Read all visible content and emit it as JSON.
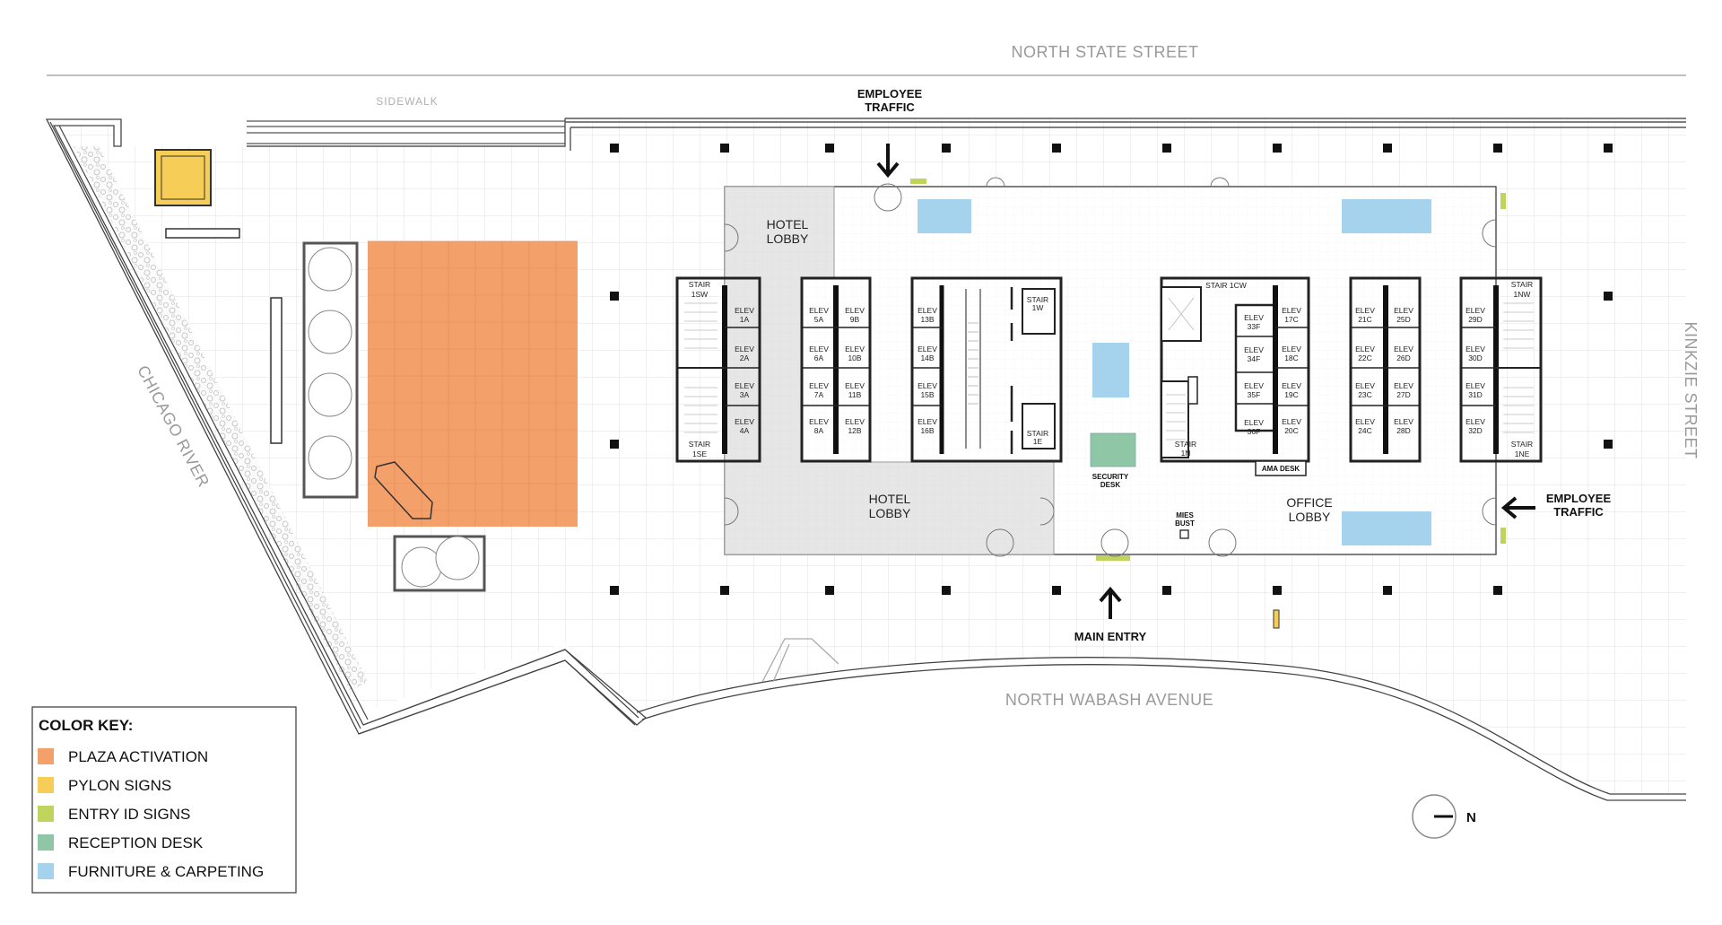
{
  "streets": {
    "north_state": "NORTH STATE STREET",
    "sidewalk": "SIDEWALK",
    "chicago_river": "CHICAGO RIVER",
    "north_wabash": "NORTH WABASH AVENUE",
    "kinkzie": "KINKZIE STREET"
  },
  "traffic": {
    "employee_top_line1": "EMPLOYEE",
    "employee_top_line2": "TRAFFIC",
    "employee_right_line1": "EMPLOYEE",
    "employee_right_line2": "TRAFFIC",
    "main_entry": "MAIN ENTRY"
  },
  "lobbies": {
    "hotel_top_line1": "HOTEL",
    "hotel_top_line2": "LOBBY",
    "hotel_bottom_line1": "HOTEL",
    "hotel_bottom_line2": "LOBBY",
    "office_line1": "OFFICE",
    "office_line2": "LOBBY"
  },
  "desks": {
    "security_line1": "SECURITY",
    "security_line2": "DESK",
    "mies_line1": "MIES",
    "mies_line2": "BUST",
    "ama": "AMA DESK"
  },
  "stairs": {
    "sw": [
      "STAIR",
      "1SW"
    ],
    "se": [
      "STAIR",
      "1SE"
    ],
    "w": [
      "STAIR",
      "1W"
    ],
    "e": [
      "STAIR",
      "1E"
    ],
    "cw": "STAIR 1CW",
    "n": [
      "STAIR",
      "1N"
    ],
    "nw": [
      "STAIR",
      "1NW"
    ],
    "ne": [
      "STAIR",
      "1NE"
    ]
  },
  "elevator_word": "ELEV",
  "elevators": {
    "bank1": [
      "1A",
      "2A",
      "3A",
      "4A"
    ],
    "bank2a": [
      "5A",
      "6A",
      "7A",
      "8A"
    ],
    "bank2b": [
      "9B",
      "10B",
      "11B",
      "12B"
    ],
    "bank3": [
      "13B",
      "14B",
      "15B",
      "16B"
    ],
    "bank4": [
      "33F",
      "34F",
      "35F",
      "36F"
    ],
    "bank5": [
      "17C",
      "18C",
      "19C",
      "20C"
    ],
    "bank6a": [
      "21C",
      "22C",
      "23C",
      "24C"
    ],
    "bank6b": [
      "25D",
      "26D",
      "27D",
      "28D"
    ],
    "bank7": [
      "29D",
      "30D",
      "31D",
      "32D"
    ]
  },
  "compass": {
    "label": "N"
  },
  "color_key": {
    "title": "COLOR KEY:",
    "items": [
      {
        "label": "PLAZA ACTIVATION",
        "color": "#f4a06a"
      },
      {
        "label": "PYLON SIGNS",
        "color": "#f6cd57"
      },
      {
        "label": "ENTRY ID SIGNS",
        "color": "#bed45d"
      },
      {
        "label": "RECEPTION DESK",
        "color": "#8ec6a6"
      },
      {
        "label": "FURNITURE & CARPETING",
        "color": "#a5d3ee"
      }
    ]
  },
  "colors": {
    "plaza": "#f4a06a",
    "pylon": "#f6cd57",
    "entry_sign": "#bed45d",
    "reception": "#8ec6a6",
    "furniture": "#a5d3ee",
    "hotel_lobby": "#e6e6e6",
    "grid": "#e4e4e4"
  }
}
